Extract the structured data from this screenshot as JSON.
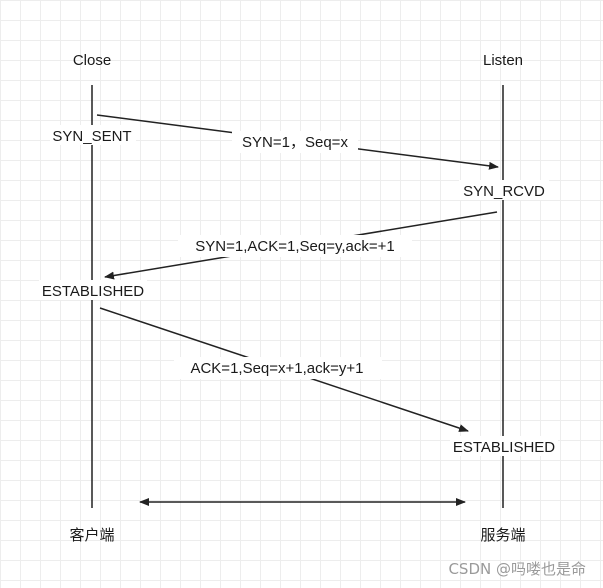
{
  "client": {
    "state_initial": "Close",
    "state_sent": "SYN_SENT",
    "state_established": "ESTABLISHED",
    "name": "客户端"
  },
  "server": {
    "state_initial": "Listen",
    "state_received": "SYN_RCVD",
    "state_established": "ESTABLISHED",
    "name": "服务端"
  },
  "messages": [
    {
      "label": "SYN=1，Seq=x",
      "direction": "client-to-server"
    },
    {
      "label": "SYN=1,ACK=1,Seq=y,ack=+1",
      "direction": "server-to-client"
    },
    {
      "label": "ACK=1,Seq=x+1,ack=y+1",
      "direction": "client-to-server"
    }
  ],
  "connection": {
    "direction": "bidirectional"
  },
  "watermark": "CSDN @吗喽也是命"
}
